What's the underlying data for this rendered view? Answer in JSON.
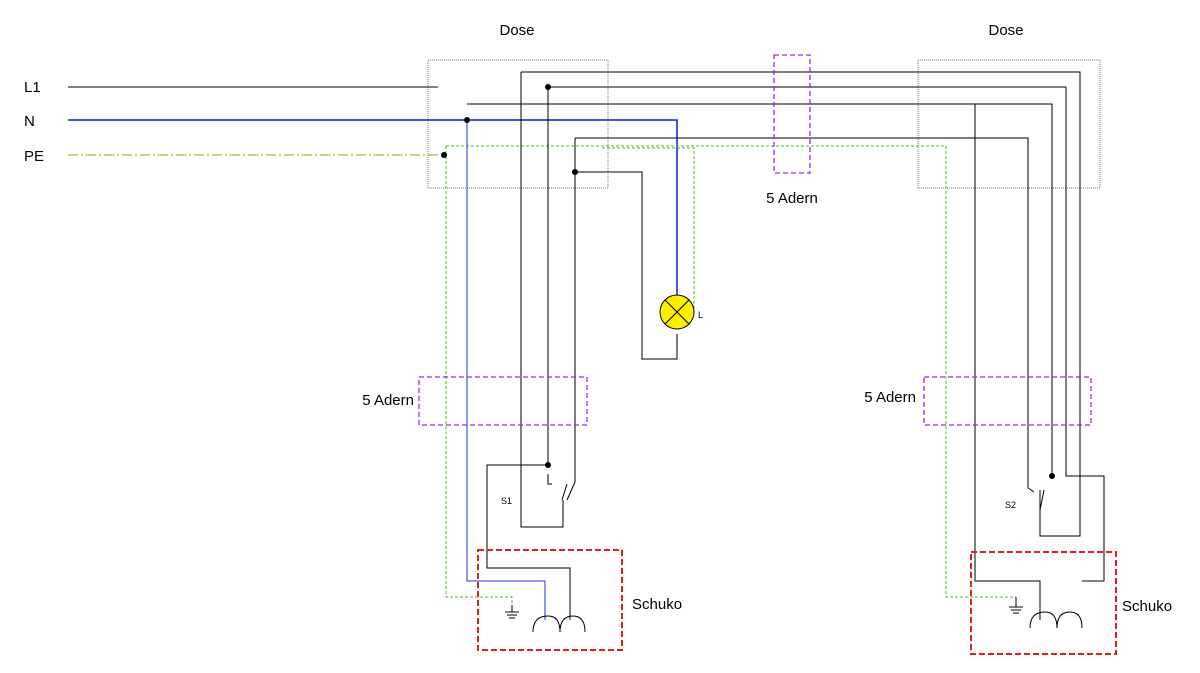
{
  "labels": {
    "dose_left": "Dose",
    "dose_right": "Dose",
    "l1": "L1",
    "n": "N",
    "pe": "PE",
    "adern_top": "5 Adern",
    "adern_left": "5 Adern",
    "adern_right": "5 Adern",
    "lamp": "L",
    "switch1": "S1",
    "switch2": "S2",
    "schuko_left": "Schuko",
    "schuko_right": "Schuko"
  },
  "colors": {
    "neutral": "#0a1ed8",
    "protective_earth": "#44bb22",
    "cable_marker": "#a020f0",
    "outlet_marker": "#e02020",
    "lamp_fill": "#ffee00"
  }
}
